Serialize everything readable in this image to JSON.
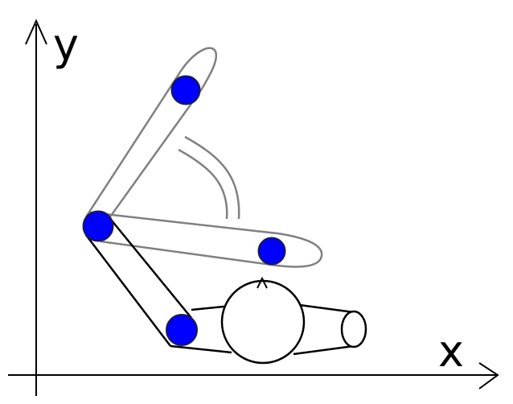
{
  "axes": {
    "y_label": "y",
    "x_label": "x",
    "axis_color": "#000000"
  },
  "colors": {
    "joint_fill": "#0000ff",
    "joint_stroke": "#1a1a4a",
    "upper_link_stroke": "#808080",
    "base_link_stroke": "#000000",
    "motion_arc_stroke": "#808080",
    "body_fill": "#ffffff"
  },
  "parts": {
    "joints": [
      "joint-top",
      "joint-elbow",
      "joint-tip",
      "joint-base"
    ],
    "links": [
      "upper-link-long",
      "upper-link-short",
      "base-link",
      "base-body"
    ]
  }
}
